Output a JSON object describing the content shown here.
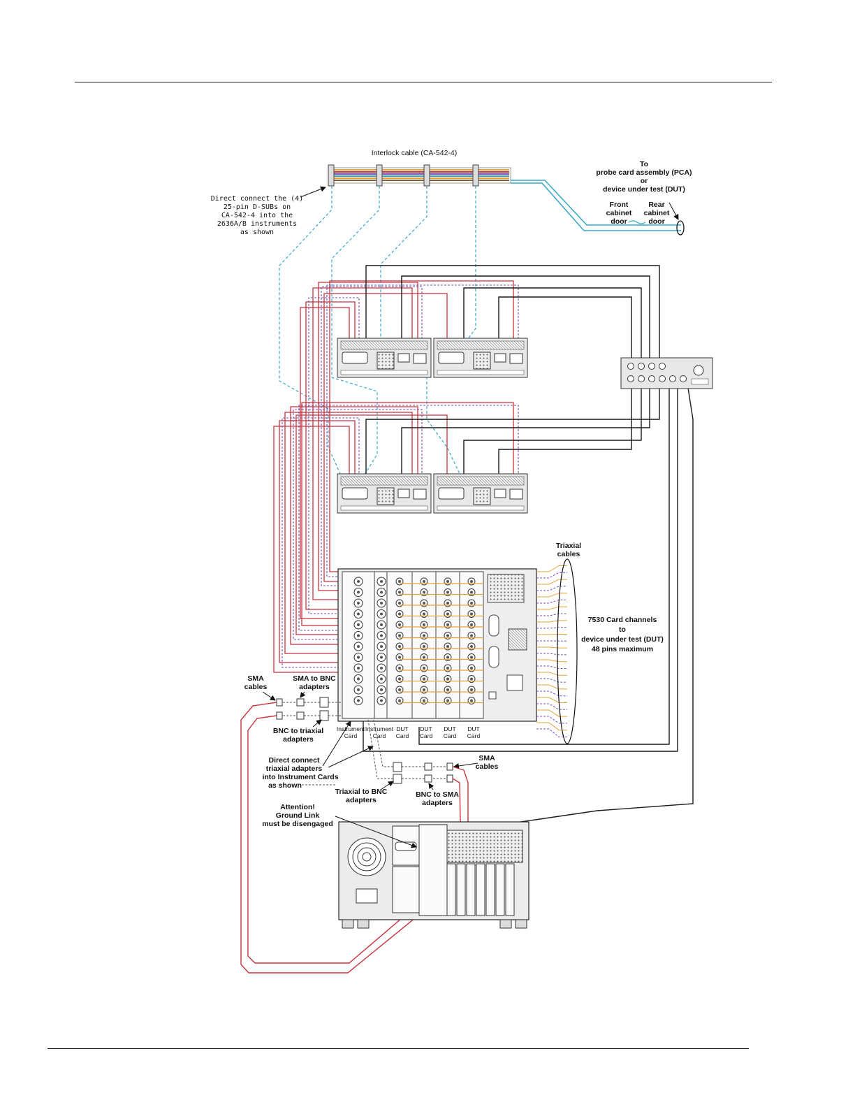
{
  "labels": {
    "interlock_cable": "Interlock cable (CA-542-4)",
    "direct_connect": [
      "Direct connect the (4)",
      "25-pin D-SUBs on",
      "CA-542-4 into the",
      "2636A/B instruments",
      "as shown"
    ],
    "to_pca": [
      "To",
      "probe card assembly (PCA)",
      "or",
      "device under test (DUT)"
    ],
    "front_door": [
      "Front",
      "cabinet",
      "door"
    ],
    "rear_door": [
      "Rear",
      "cabinet",
      "door"
    ],
    "triaxial_cables": [
      "Triaxial",
      "cables"
    ],
    "card_channels": [
      "7530 Card channels",
      "to",
      "device under test (DUT)",
      "48 pins maximum"
    ],
    "sma_cables_left": [
      "SMA",
      "cables"
    ],
    "sma_to_bnc": [
      "SMA to BNC",
      "adapters"
    ],
    "bnc_to_triax": [
      "BNC to triaxial",
      "adapters"
    ],
    "direct_connect_triax": [
      "Direct connect",
      "triaxial  adapters",
      "into Instrument Cards",
      "as shown"
    ],
    "card_labels": [
      [
        "Instrument",
        "Card"
      ],
      [
        "Instrument",
        "Card"
      ],
      [
        "DUT",
        "Card"
      ],
      [
        "DUT",
        "Card"
      ],
      [
        "DUT",
        "Card"
      ],
      [
        "DUT",
        "Card"
      ]
    ],
    "sma_cables_right": [
      "SMA",
      "cables"
    ],
    "triax_to_bnc": [
      "Triaxial to BNC",
      "adapters"
    ],
    "bnc_to_sma": [
      "BNC to SMA",
      "adapters"
    ],
    "attention": [
      "Attention!",
      "Ground Link",
      "must be disengaged"
    ]
  },
  "colors": {
    "red_wire": "#c8323c",
    "black_wire": "#1a1a1a",
    "cyan_dash": "#35a9c8",
    "purple_dash": "#7a4fb0",
    "orange_wire": "#e6a23c",
    "equipment": "#e8e8e8"
  }
}
